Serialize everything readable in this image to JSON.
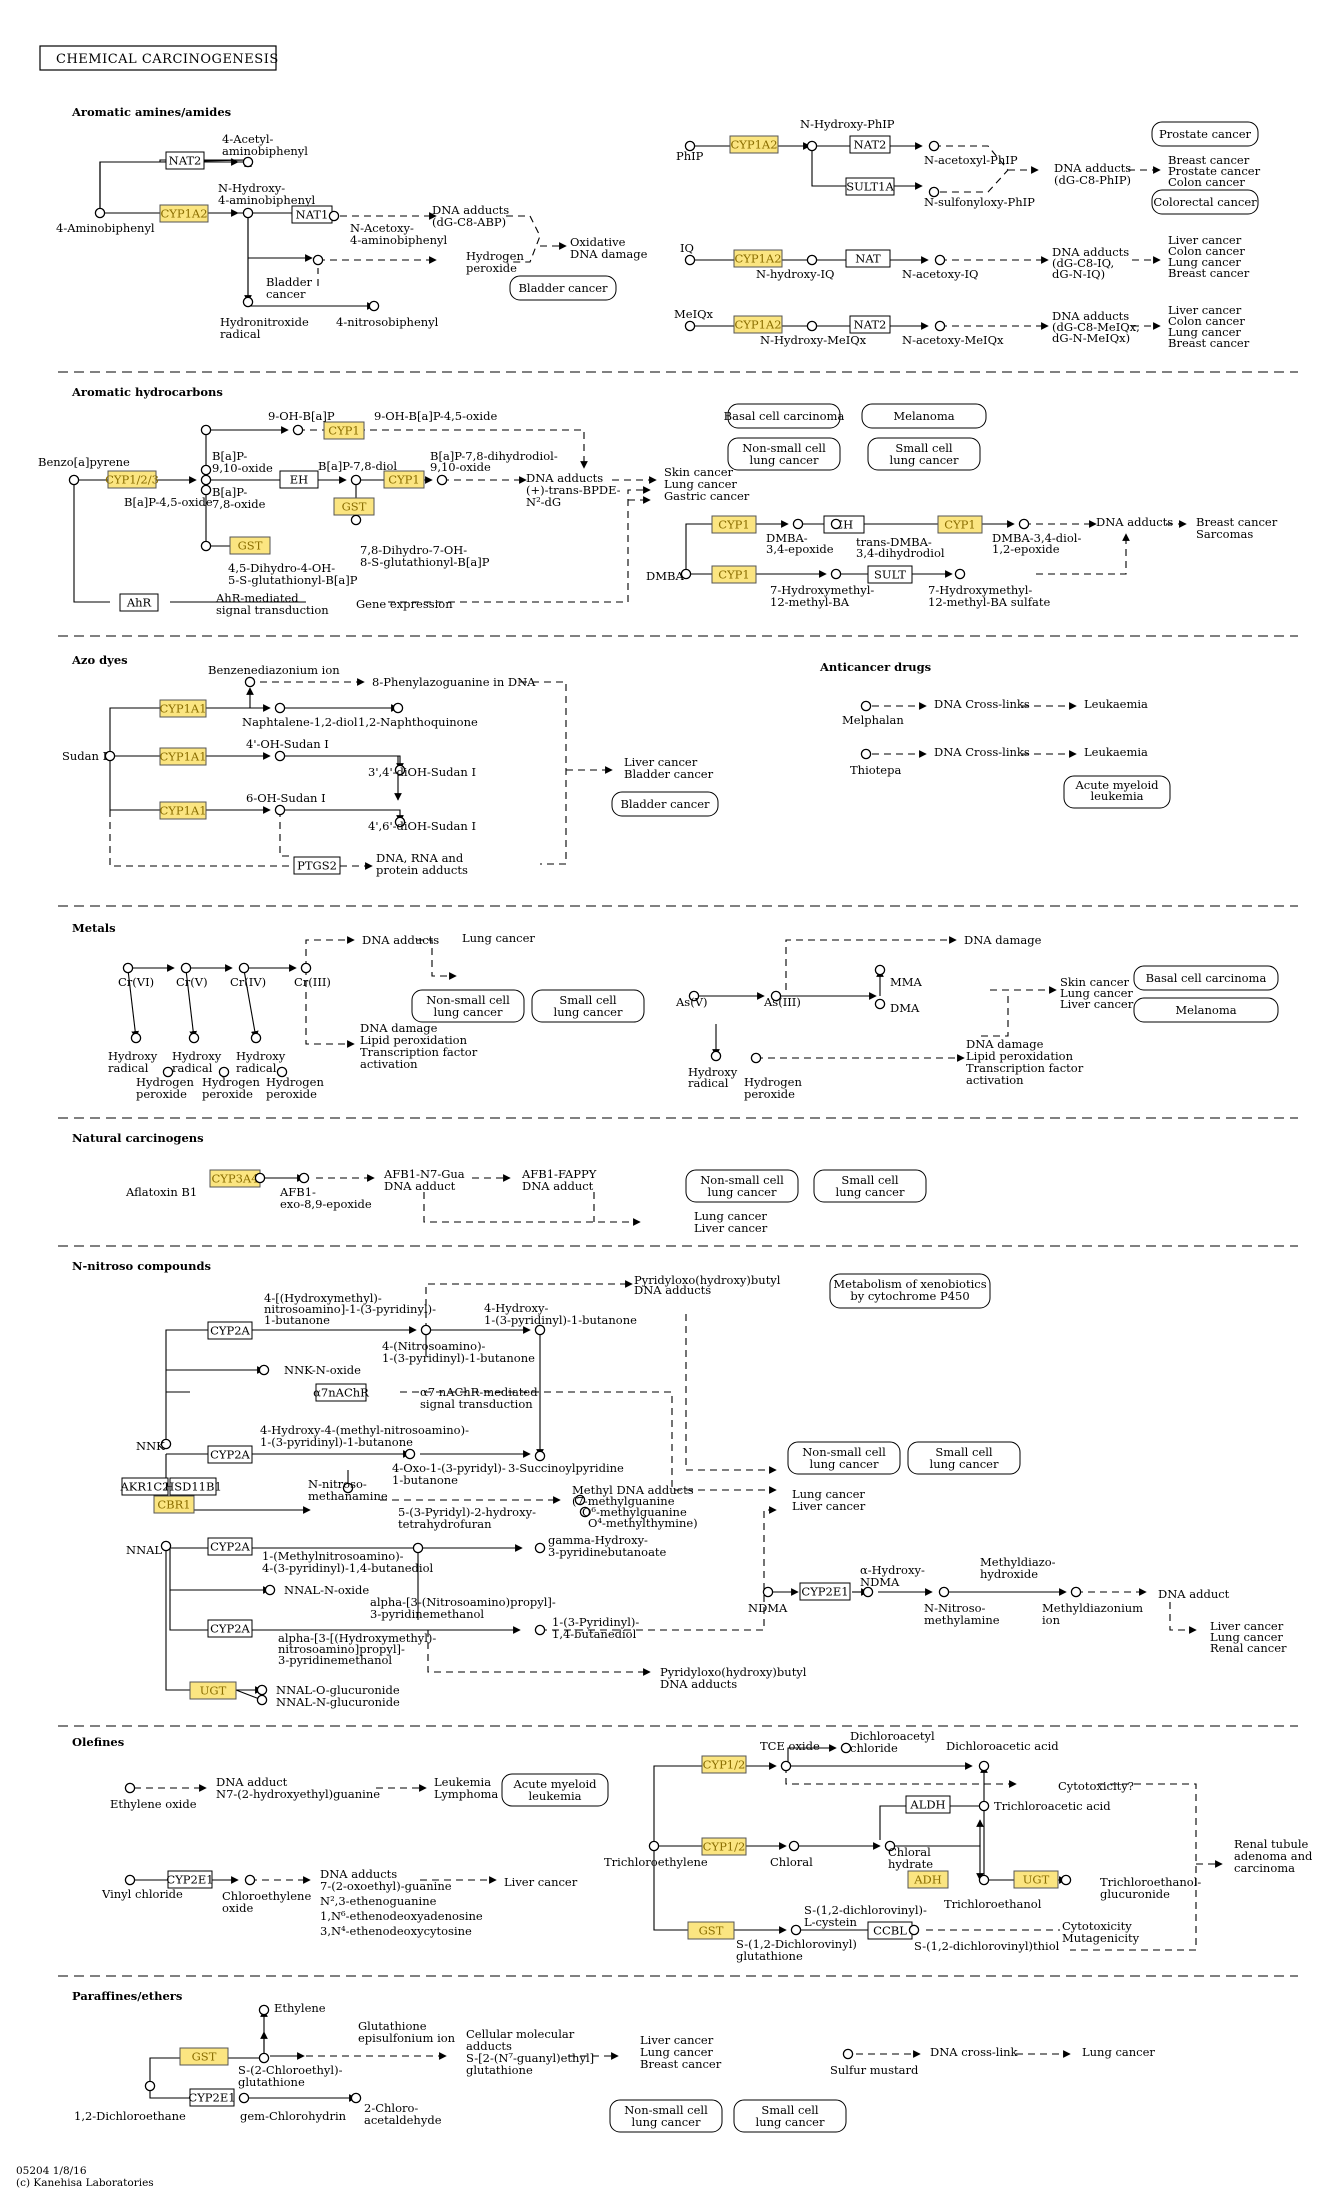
{
  "title": "CHEMICAL CARCINOGENESIS",
  "footer": {
    "line1": "05204 1/8/16",
    "line2": "(c) Kanehisa Laboratories"
  },
  "sections": [
    {
      "label": "Aromatic amines/amides"
    },
    {
      "label": "Aromatic hydrocarbons"
    },
    {
      "label": "Azo dyes"
    },
    {
      "label": "Anticancer drugs"
    },
    {
      "label": "Metals"
    },
    {
      "label": "Natural carcinogens"
    },
    {
      "label": "N-nitroso compounds"
    },
    {
      "label": "Olefines"
    },
    {
      "label": "Paraffines/ethers"
    }
  ],
  "colors": {
    "highlight_fill": "#fbe581",
    "highlight_text": "#8a6d00",
    "line": "#000000"
  },
  "genes": [
    {
      "label": "NAT2",
      "hl": false
    },
    {
      "label": "CYP1A2",
      "hl": true
    },
    {
      "label": "NAT1",
      "hl": false
    },
    {
      "label": "CYP1A2",
      "hl": true
    },
    {
      "label": "NAT2",
      "hl": false
    },
    {
      "label": "SULT1A",
      "hl": false
    },
    {
      "label": "CYP1A2",
      "hl": true
    },
    {
      "label": "NAT",
      "hl": false
    },
    {
      "label": "CYP1A2",
      "hl": true
    },
    {
      "label": "NAT2",
      "hl": false
    },
    {
      "label": "CYP1",
      "hl": true
    },
    {
      "label": "CYP1/2/3",
      "hl": true
    },
    {
      "label": "EH",
      "hl": false
    },
    {
      "label": "CYP1",
      "hl": true
    },
    {
      "label": "GST",
      "hl": true
    },
    {
      "label": "GST",
      "hl": true
    },
    {
      "label": "AhR",
      "hl": false
    },
    {
      "label": "CYP1",
      "hl": true
    },
    {
      "label": "EH",
      "hl": false
    },
    {
      "label": "CYP1",
      "hl": true
    },
    {
      "label": "CYP1",
      "hl": true
    },
    {
      "label": "SULT",
      "hl": false
    },
    {
      "label": "CYP1A1",
      "hl": true
    },
    {
      "label": "CYP1A1",
      "hl": true
    },
    {
      "label": "CYP1A1",
      "hl": true
    },
    {
      "label": "PTGS2",
      "hl": false
    },
    {
      "label": "CYP3A4",
      "hl": true
    },
    {
      "label": "CYP2A",
      "hl": false
    },
    {
      "label": "α7nAChR",
      "hl": false
    },
    {
      "label": "CYP2A",
      "hl": false
    },
    {
      "label": "AKR1C2",
      "hl": false
    },
    {
      "label": "HSD11B1",
      "hl": false
    },
    {
      "label": "CBR1",
      "hl": true
    },
    {
      "label": "CYP2A",
      "hl": false
    },
    {
      "label": "CYP2A",
      "hl": false
    },
    {
      "label": "UGT",
      "hl": true
    },
    {
      "label": "CYP2E1",
      "hl": false
    },
    {
      "label": "CYP2E1",
      "hl": false
    },
    {
      "label": "CYP1/2",
      "hl": true
    },
    {
      "label": "CYP1/2",
      "hl": true
    },
    {
      "label": "ALDH",
      "hl": false
    },
    {
      "label": "ADH",
      "hl": true
    },
    {
      "label": "UGT",
      "hl": true
    },
    {
      "label": "GST",
      "hl": true
    },
    {
      "label": "CCBL",
      "hl": false
    },
    {
      "label": "GST",
      "hl": true
    },
    {
      "label": "CYP2E1",
      "hl": false
    }
  ],
  "maps": [
    {
      "label": "Prostate cancer"
    },
    {
      "label": "Colorectal cancer"
    },
    {
      "label": "Bladder cancer"
    },
    {
      "label": "Basal cell carcinoma"
    },
    {
      "label": "Melanoma"
    },
    {
      "label": "Non-small cell"
    },
    {
      "label": "lung cancer"
    },
    {
      "label": "Small cell"
    },
    {
      "label": "lung cancer"
    },
    {
      "label": "Bladder cancer"
    },
    {
      "label": "Acute myeloid"
    },
    {
      "label": "leukemia"
    },
    {
      "label": "Non-small cell"
    },
    {
      "label": "lung cancer"
    },
    {
      "label": "Small cell"
    },
    {
      "label": "lung cancer"
    },
    {
      "label": "Basal cell carcinoma"
    },
    {
      "label": "Melanoma"
    },
    {
      "label": "Non-small cell"
    },
    {
      "label": "lung cancer"
    },
    {
      "label": "Small cell"
    },
    {
      "label": "lung cancer"
    },
    {
      "label": "Metabolism of xenobiotics"
    },
    {
      "label": "by cytochrome P450"
    },
    {
      "label": "Non-small cell"
    },
    {
      "label": "lung cancer"
    },
    {
      "label": "Small cell"
    },
    {
      "label": "lung cancer"
    },
    {
      "label": "Acute myeloid"
    },
    {
      "label": "leukemia"
    },
    {
      "label": "Non-small cell"
    },
    {
      "label": "lung cancer"
    },
    {
      "label": "Small cell"
    },
    {
      "label": "lung cancer"
    }
  ],
  "labels": [
    "4-Acetyl-",
    "aminobiphenyl",
    "N-Hydroxy-",
    "4-aminobiphenyl",
    "4-Aminobiphenyl",
    "DNA adducts",
    "(dG-C8-ABP)",
    "N-Acetoxy-",
    "4-aminobiphenyl",
    "Hydrogen",
    "peroxide",
    "Oxidative",
    "DNA damage",
    "Bladder",
    "cancer",
    "Hydronitroxide",
    "radical",
    "4-nitrosobiphenyl",
    "N-Hydroxy-PhIP",
    "PhIP",
    "N-acetoxyl-PhIP",
    "N-sulfonyloxy-PhIP",
    "DNA adducts",
    "(dG-C8-PhIP)",
    "Breast cancer",
    "Prostate cancer",
    "Colon cancer",
    "IQ",
    "N-hydroxy-IQ",
    "N-acetoxy-IQ",
    "DNA adducts",
    "(dG-C8-IQ,",
    "dG-N-IQ)",
    "Liver cancer",
    "Colon cancer",
    "Lung cancer",
    "Breast cancer",
    "MeIQx",
    "N-Hydroxy-MeIQx",
    "N-acetoxy-MeIQx",
    "DNA adducts",
    "(dG-C8-MeIQx,",
    "dG-N-MeIQx)",
    "Liver cancer",
    "Colon cancer",
    "Lung cancer",
    "Breast cancer",
    "9-OH-B[a]P",
    "9-OH-B[a]P-4,5-oxide",
    "Benzo[a]pyrene",
    "B[a]P-",
    "9,10-oxide",
    "B[a]P-",
    "7,8-oxide",
    "B[a]P-4,5-oxide",
    "B[a]P-7,8-diol",
    "B[a]P-7,8-dihydrodiol-",
    "9,10-oxide",
    "DNA adducts",
    "(+)-trans-BPDE-",
    "N²-dG",
    "Skin cancer",
    "Lung cancer",
    "Gastric cancer",
    "4,5-Dihydro-4-OH-",
    "5-S-glutathionyl-B[a]P",
    "7,8-Dihydro-7-OH-",
    "8-S-glutathionyl-B[a]P",
    "AhR-mediated",
    "signal transduction",
    "Gene expression",
    "DMBA",
    "DMBA-",
    "3,4-epoxide",
    "trans-DMBA-",
    "3,4-dihydrodiol",
    "DMBA-3,4-diol-",
    "1,2-epoxide",
    "DNA adducts",
    "Breast cancer",
    "Sarcomas",
    "7-Hydroxymethyl-",
    "12-methyl-BA",
    "7-Hydroxymethyl-",
    "12-methyl-BA sulfate",
    "Benzenediazonium ion",
    "8-Phenylazoguanine in DNA",
    "Sudan I",
    "Naphtalene-1,2-diol",
    "1,2-Naphthoquinone",
    "4'-OH-Sudan I",
    "3',4'-diOH-Sudan I",
    "6-OH-Sudan I",
    "4',6'-diOH-Sudan I",
    "DNA, RNA and",
    "protein adducts",
    "Liver cancer",
    "Bladder cancer",
    "Melphalan",
    "DNA Cross-links",
    "Leukaemia",
    "Thiotepa",
    "DNA Cross-links",
    "Leukaemia",
    "DNA adducts",
    "Cr(VI)",
    "Cr(V)",
    "Cr(IV)",
    "Cr(III)",
    "Lung cancer",
    "Hydroxy",
    "radical",
    "Hydrogen",
    "peroxide",
    "Hydroxy",
    "radical",
    "Hydrogen",
    "peroxide",
    "Hydroxy",
    "radical",
    "Hydrogen",
    "peroxide",
    "DNA damage",
    "Lipid peroxidation",
    "Transcription factor",
    "activation",
    "DNA damage",
    "As(V)",
    "As(III)",
    "MMA",
    "DMA",
    "Skin cancer",
    "Lung cancer",
    "Liver cancer",
    "Hydroxy",
    "radical",
    "Hydrogen",
    "peroxide",
    "DNA damage",
    "Lipid peroxidation",
    "Transcription factor",
    "activation",
    "Aflatoxin B1",
    "AFB1-",
    "exo-8,9-epoxide",
    "AFB1-N7-Gua",
    "DNA adduct",
    "AFB1-FAPPY",
    "DNA adduct",
    "Lung cancer",
    "Liver cancer",
    "Pyridyloxo(hydroxy)butyl",
    "DNA adducts",
    "4-[(Hydroxymethyl)-",
    "nitrosoamino]-1-(3-pyridinyl)-",
    "1-butanone",
    "4-Hydroxy-",
    "1-(3-pyridinyl)-1-butanone",
    "4-(Nitrosoamino)-",
    "1-(3-pyridinyl)-1-butanone",
    "NNK-N-oxide",
    "α7 nAChR-mediated",
    "signal transduction",
    "NNK",
    "4-Hydroxy-4-(methyl-nitrosoamino)-",
    "1-(3-pyridinyl)-1-butanone",
    "4-Oxo-1-(3-pyridyl)-",
    "1-butanone",
    "3-Succinoylpyridine",
    "N-nitroso-",
    "methanamine",
    "Methyl DNA adducts",
    "(7-methylguanine",
    "O⁶-methylguanine",
    "O⁴-methylthymine)",
    "5-(3-Pyridyl)-2-hydroxy-",
    "tetrahydrofuran",
    "NNAL",
    "1-(Methylnitrosoamino)-",
    "4-(3-pyridinyl)-1,4-butanediol",
    "gamma-Hydroxy-",
    "3-pyridinebutanoate",
    "NNAL-N-oxide",
    "alpha-[3-(Nitrosoamino)propyl]-",
    "3-pyridinemethanol",
    "alpha-[3-[(Hydroxymethyl)-",
    "nitrosoamino]propyl]-",
    "3-pyridinemethanol",
    "1-(3-Pyridinyl)-",
    "1,4-butanediol",
    "Pyridyloxo(hydroxy)butyl",
    "DNA adducts",
    "NNAL-O-glucuronide",
    "NNAL-N-glucuronide",
    "Lung cancer",
    "Liver cancer",
    "NDMA",
    "α-Hydroxy-",
    "NDMA",
    "Methyldiazo-",
    "hydroxide",
    "N-Nitroso-",
    "methylamine",
    "Methyldiazonium",
    "ion",
    "DNA adduct",
    "Liver cancer",
    "Lung cancer",
    "Renal cancer",
    "Ethylene oxide",
    "DNA adduct",
    "N7-(2-hydroxyethyl)guanine",
    "Leukemia",
    "Lymphoma",
    "Vinyl chloride",
    "Chloroethylene",
    "oxide",
    "DNA adducts",
    "7-(2-oxoethyl)-guanine",
    "N²,3-ethenoguanine",
    "1,N⁶-ethenodeoxyadenosine",
    "3,N⁴-ethenodeoxycytosine",
    "Liver cancer",
    "TCE oxide",
    "Dichloroacetyl",
    "chloride",
    "Dichloroacetic acid",
    "Cytotoxicity?",
    "Trichloroacetic acid",
    "Trichloroethylene",
    "Chloral",
    "Chloral",
    "hydrate",
    "Trichloroethanol",
    "Trichloroethanol-",
    "glucuronide",
    "Renal tubule",
    "adenoma and",
    "carcinoma",
    "S-(1,2-dichlorovinyl)-",
    "L-cystein",
    "S-(1,2-Dichlorovinyl)",
    "glutathione",
    "S-(1,2-dichlorovinyl)thiol",
    "Cytotoxicity",
    "Mutagenicity",
    "Ethylene",
    "Glutathione",
    "episulfonium ion",
    "Cellular molecular",
    "adducts",
    "S-[2-(N⁷-guanyl)ethyl]",
    "glutathione",
    "Liver cancer",
    "Lung cancer",
    "Breast cancer",
    "S-(2-Chloroethyl)-",
    "glutathione",
    "1,2-Dichloroethane",
    "gem-Chlorohydrin",
    "2-Chloro-",
    "acetaldehyde",
    "Sulfur mustard",
    "DNA cross-link",
    "Lung cancer"
  ]
}
